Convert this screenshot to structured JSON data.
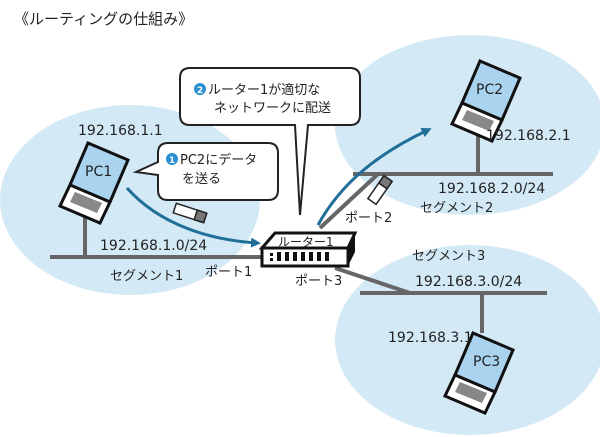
{
  "title": "《ルーティングの仕組み》",
  "colors": {
    "segment_fill": "#d4e9f6",
    "arrow": "#1f6f99",
    "wire": "#666666",
    "badge": "#2a8fd0",
    "screen": "#a9d3ee"
  },
  "callouts": [
    {
      "badge": "1",
      "lines": [
        "PC2にデータ",
        "を送る"
      ]
    },
    {
      "badge": "2",
      "lines": [
        "ルーター1が適切な",
        "ネットワークに配送"
      ]
    }
  ],
  "router": {
    "label": "ルーター1"
  },
  "ports": [
    "ポート1",
    "ポート2",
    "ポート3"
  ],
  "pcs": [
    {
      "label": "PC1",
      "ip": "192.168.1.1"
    },
    {
      "label": "PC2",
      "ip": "192.168.2.1"
    },
    {
      "label": "PC3",
      "ip": "192.168.3.1"
    }
  ],
  "segments": [
    {
      "name": "セグメント1",
      "network": "192.168.1.0/24"
    },
    {
      "name": "セグメント2",
      "network": "192.168.2.0/24"
    },
    {
      "name": "セグメント3",
      "network": "192.168.3.0/24"
    }
  ]
}
